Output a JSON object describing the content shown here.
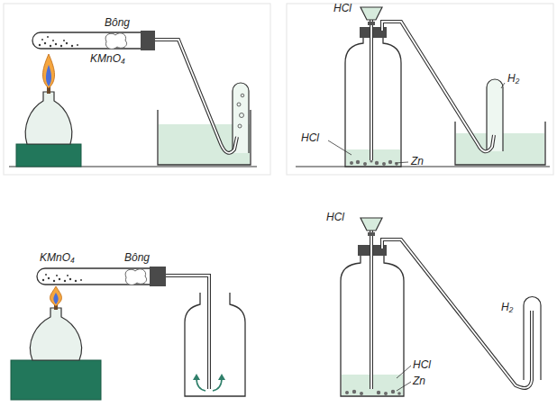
{
  "diagram": {
    "labels": [
      "Bông",
      "KMnO₄",
      "HCl",
      "H₂",
      "HCl",
      "Zn",
      "KMnO₄",
      "Bông",
      "HCl",
      "H₂",
      "HCl",
      "Zn"
    ]
  }
}
